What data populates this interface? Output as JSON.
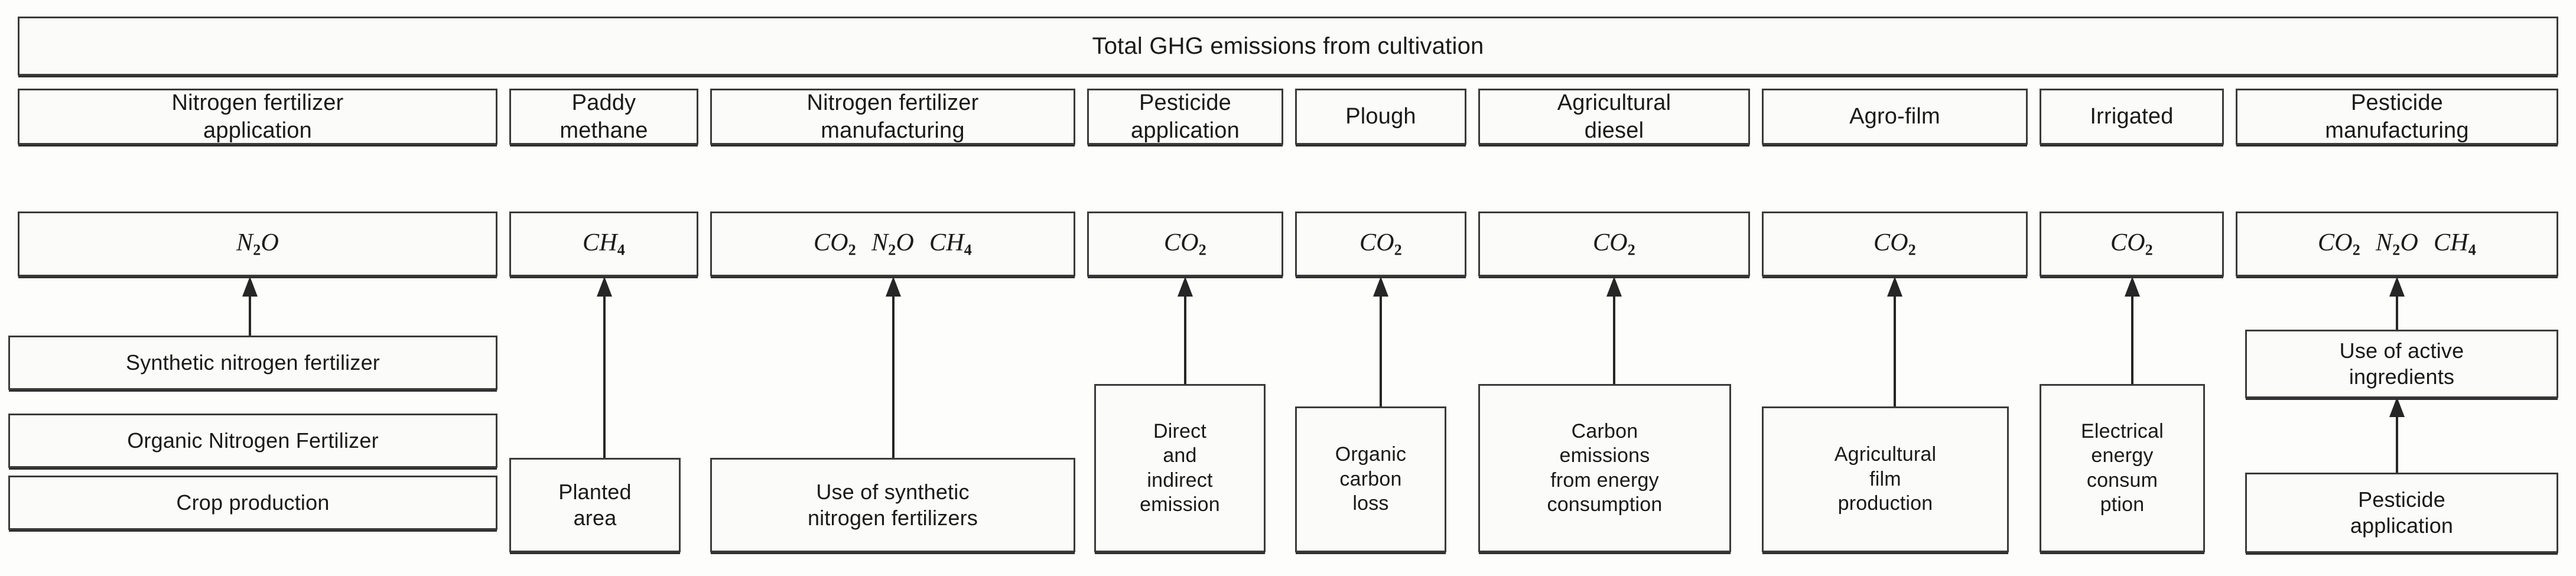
{
  "diagram": {
    "title": "Total GHG emissions from cultivation",
    "columns": [
      {
        "id": "nitrogen-fertilizer-application",
        "process": "Nitrogen fertilizer\napplication",
        "gases": [
          "N2O"
        ],
        "gases_text": "N₂O",
        "sources": [
          "Synthetic nitrogen fertilizer",
          "Organic Nitrogen Fertilizer",
          "Crop production"
        ]
      },
      {
        "id": "paddy-methane",
        "process": "Paddy\nmethane",
        "gases": [
          "CH4"
        ],
        "gases_text": "CH₄",
        "sources": [
          "Planted\narea"
        ]
      },
      {
        "id": "nitrogen-fertilizer-manufacturing",
        "process": "Nitrogen fertilizer\nmanufacturing",
        "gases": [
          "CO2",
          "N2O",
          "CH4"
        ],
        "gases_text": "CO₂ N₂O CH₄",
        "sources": [
          "Use of synthetic\nnitrogen fertilizers"
        ]
      },
      {
        "id": "pesticide-application",
        "process": "Pesticide\napplication",
        "gases": [
          "CO2"
        ],
        "gases_text": "CO₂",
        "sources": [
          "Direct\nand\nindirect\nemission"
        ]
      },
      {
        "id": "plough",
        "process": "Plough",
        "gases": [
          "CO2"
        ],
        "gases_text": "CO₂",
        "sources": [
          "Organic\ncarbon\nloss"
        ]
      },
      {
        "id": "agricultural-diesel",
        "process": "Agricultural\ndiesel",
        "gases": [
          "CO2"
        ],
        "gases_text": "CO₂",
        "sources": [
          "Carbon\nemissions\nfrom energy\nconsumption"
        ]
      },
      {
        "id": "agro-film",
        "process": "Agro-film",
        "gases": [
          "CO2"
        ],
        "gases_text": "CO₂",
        "sources": [
          "Agricultural\nfilm\nproduction"
        ]
      },
      {
        "id": "irrigated",
        "process": "Irrigated",
        "gases": [
          "CO2"
        ],
        "gases_text": "CO₂",
        "sources": [
          "Electrical\nenergy\nconsum\nption"
        ]
      },
      {
        "id": "pesticide-manufacturing",
        "process": "Pesticide\nmanufacturing",
        "gases": [
          "CO2",
          "N2O",
          "CH4"
        ],
        "gases_text": "CO₂ N₂O CH₄",
        "sources": [
          "Use of active\ningredients",
          "Pesticide\napplication"
        ]
      }
    ],
    "colors": {
      "border": "#3b3b3b",
      "shadow": "#2f2f2f",
      "text": "#1a1a1a",
      "background": "#fdfdfb",
      "arrow": "#262626"
    }
  }
}
